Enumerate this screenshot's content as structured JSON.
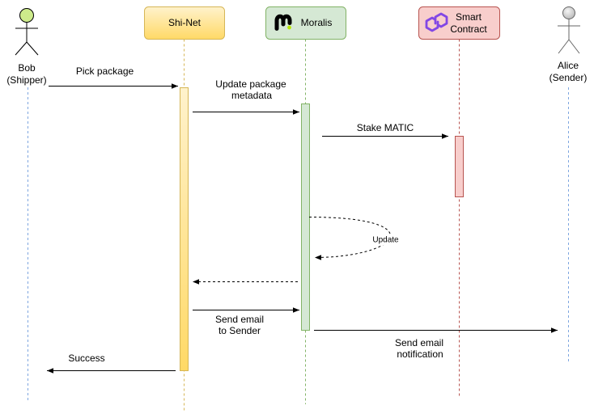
{
  "actors": {
    "bob": {
      "name": "Bob",
      "role": "(Shipper)",
      "icon": "stick-figure-icon"
    },
    "alice": {
      "name": "Alice",
      "role": "(Sender)",
      "icon": "stick-figure-icon"
    }
  },
  "participants": {
    "shinet": {
      "label": "Shi-Net"
    },
    "moralis": {
      "label": "Moralis",
      "icon": "moralis-logo-icon"
    },
    "smart_contract": {
      "label_lines": [
        "Smart",
        "Contract"
      ],
      "icon": "polygon-logo-icon"
    }
  },
  "messages": [
    {
      "lines": [
        "Pick package"
      ]
    },
    {
      "lines": [
        "Update package",
        "metadata"
      ]
    },
    {
      "lines": [
        "Stake MATIC"
      ]
    },
    {
      "lines": [
        "Update"
      ]
    },
    {
      "lines": [
        "Send email",
        "to Sender"
      ]
    },
    {
      "lines": [
        "Send email",
        "notification"
      ]
    },
    {
      "lines": [
        "Success"
      ]
    }
  ],
  "colors": {
    "shinet_fill_top": "#fff2cc",
    "shinet_fill_bottom": "#ffd966",
    "shinet_stroke": "#d6b656",
    "moralis_fill": "#d5e8d4",
    "moralis_stroke": "#82b366",
    "contract_fill": "#f8cecc",
    "contract_stroke": "#b85450",
    "actor_lifeline": "#7ea6e0",
    "bob_head": "#cdeb8b",
    "bob_stroke": "#000000",
    "alice_head_light": "#f5f5f5",
    "alice_head_dark": "#b3b3b3",
    "alice_stroke": "#666666",
    "polygon_purple": "#8247e5",
    "moralis_mark": "#000000",
    "moralis_dot": "#b7e803"
  }
}
